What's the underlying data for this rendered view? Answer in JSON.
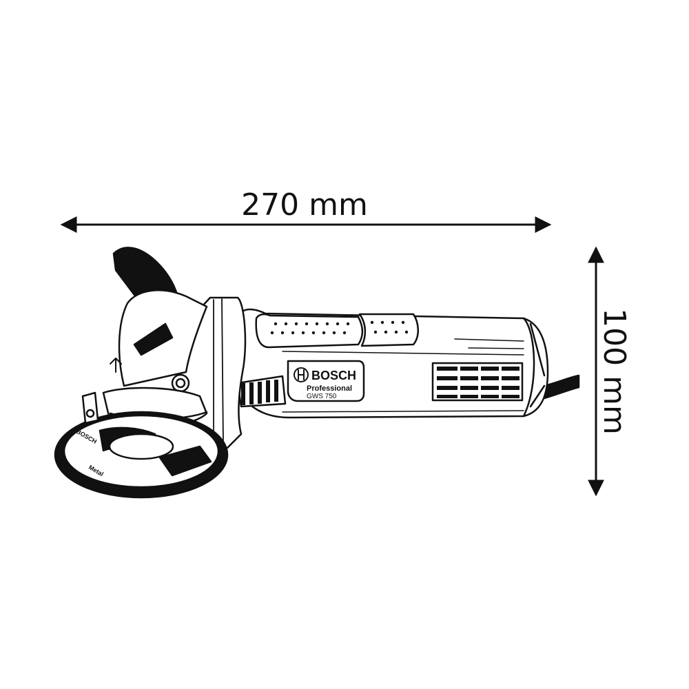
{
  "dimensions": {
    "length_label": "270 mm",
    "height_label": "100 mm"
  },
  "tool": {
    "brand": "BOSCH",
    "line": "Professional",
    "model": "GWS 750",
    "disc_brand": "BOSCH",
    "disc_label": "Metal"
  },
  "colors": {
    "line": "#111111",
    "background": "#ffffff"
  }
}
